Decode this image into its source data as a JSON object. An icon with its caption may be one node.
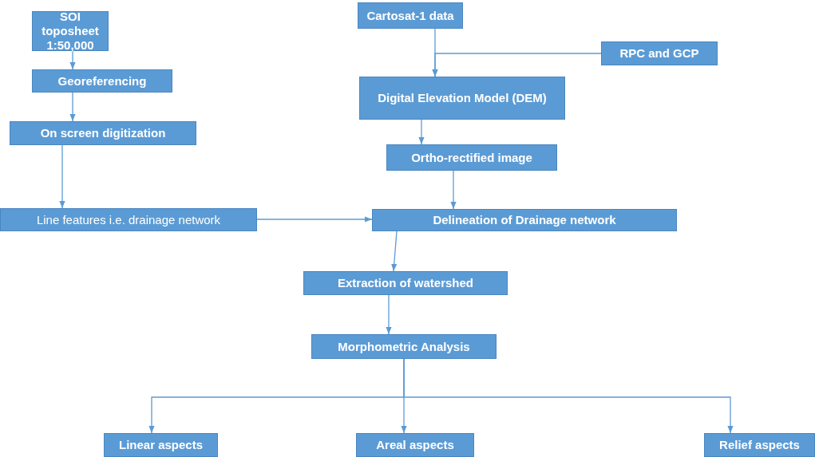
{
  "diagram": {
    "nodes": [
      {
        "text": [
          "SOI toposheet 1:50,000"
        ]
      },
      {
        "text": [
          "Georeferencing"
        ]
      },
      {
        "text": [
          "On screen digitization"
        ]
      },
      {
        "text": [
          "Line features i.e. drainage network"
        ]
      },
      {
        "text": [
          "Cartosat-1 data"
        ]
      },
      {
        "text": [
          "RPC and GCP"
        ]
      },
      {
        "text": [
          "Digital Elevation Model (DEM)"
        ]
      },
      {
        "text": [
          "Ortho-rectified image"
        ]
      },
      {
        "text": [
          "Delineation of Drainage network"
        ]
      },
      {
        "text": [
          "Extraction of watershed"
        ]
      },
      {
        "text": [
          "Morphometric Analysis"
        ]
      },
      {
        "text": [
          "Linear aspects"
        ]
      },
      {
        "text": [
          "Areal aspects"
        ]
      },
      {
        "text": [
          "Relief aspects"
        ]
      }
    ],
    "edges": [
      {
        "from": 0,
        "to": 1,
        "arrow": "to"
      },
      {
        "from": 1,
        "to": 2,
        "arrow": "to"
      },
      {
        "from": 2,
        "to": 3,
        "arrow": "to"
      },
      {
        "from": 3,
        "to": 8,
        "arrow": "to"
      },
      {
        "from": 4,
        "to": 6,
        "arrow": "to"
      },
      {
        "from": 5,
        "to": 6,
        "arrow": "to"
      },
      {
        "from": 6,
        "to": 7,
        "arrow": "to"
      },
      {
        "from": 7,
        "to": 8,
        "arrow": "to"
      },
      {
        "from": 8,
        "to": 9,
        "arrow": "to"
      },
      {
        "from": 9,
        "to": 10,
        "arrow": "to"
      },
      {
        "from": 10,
        "to": 11,
        "arrow": "to"
      },
      {
        "from": 10,
        "to": 12,
        "arrow": "to"
      },
      {
        "from": 10,
        "to": 13,
        "arrow": "to"
      }
    ]
  }
}
